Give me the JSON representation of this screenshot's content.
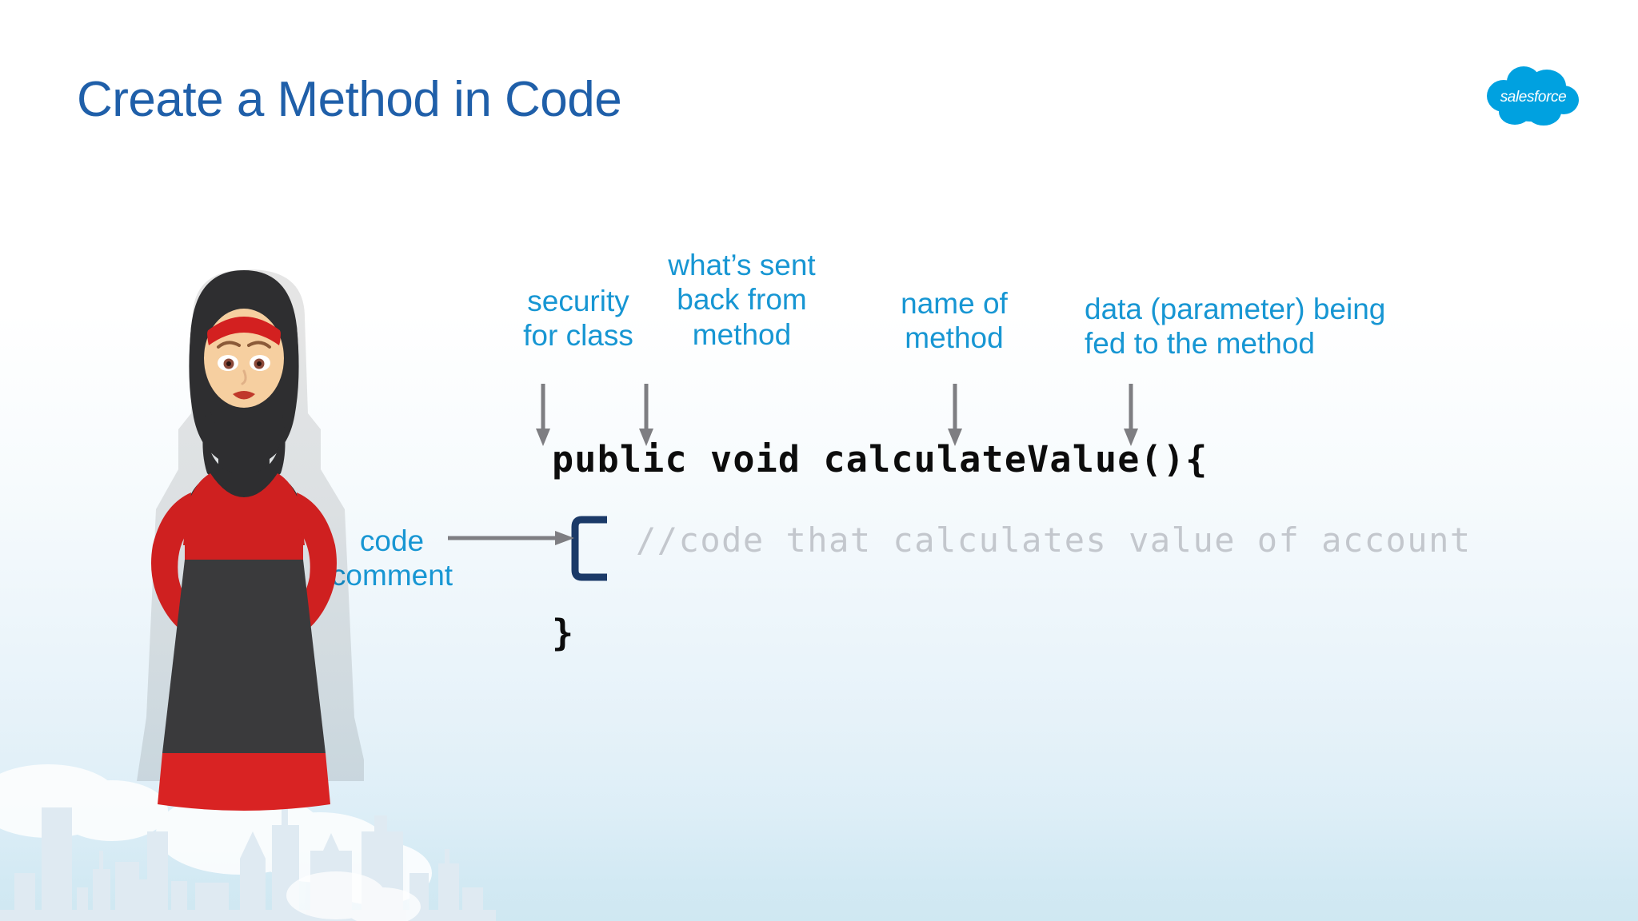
{
  "slide": {
    "title": "Create a Method in Code",
    "brand": {
      "logo_name": "salesforce",
      "logo_color": "#00A1E0"
    },
    "background": {
      "top_color": "#ffffff",
      "bottom_color": "#cfe8f2",
      "skyline_color": "#dfeaf2"
    }
  },
  "accent": {
    "callout_blue": "#1796d3",
    "title_blue": "#1f5fa9",
    "arrow_gray": "#7e7e82",
    "bracket_navy": "#1b3a68",
    "code_black": "#0c0c0c",
    "comment_gray": "#c3c7cd"
  },
  "callouts": [
    {
      "id": "security-for-class",
      "text": "security\nfor class"
    },
    {
      "id": "returns",
      "text": "what’s sent\nback from\nmethod"
    },
    {
      "id": "method-name",
      "text": "name of\nmethod"
    },
    {
      "id": "parameters",
      "text": "data (parameter) being\nfed to the method"
    },
    {
      "id": "code-comment",
      "text": "code\ncomment"
    }
  ],
  "code": {
    "signature": "public void calculateValue(){",
    "comment": "//code that calculates value of account",
    "closing_brace": "}"
  },
  "character": {
    "description": "illustrated woman wearing black hijab with red headband",
    "hijab_color": "#2e2e30",
    "headband_color": "#d32020",
    "top_color": "#cf2020",
    "skirt_color": "#3a3a3c",
    "hem_color": "#d92323",
    "skin_color": "#f6cfa0"
  }
}
